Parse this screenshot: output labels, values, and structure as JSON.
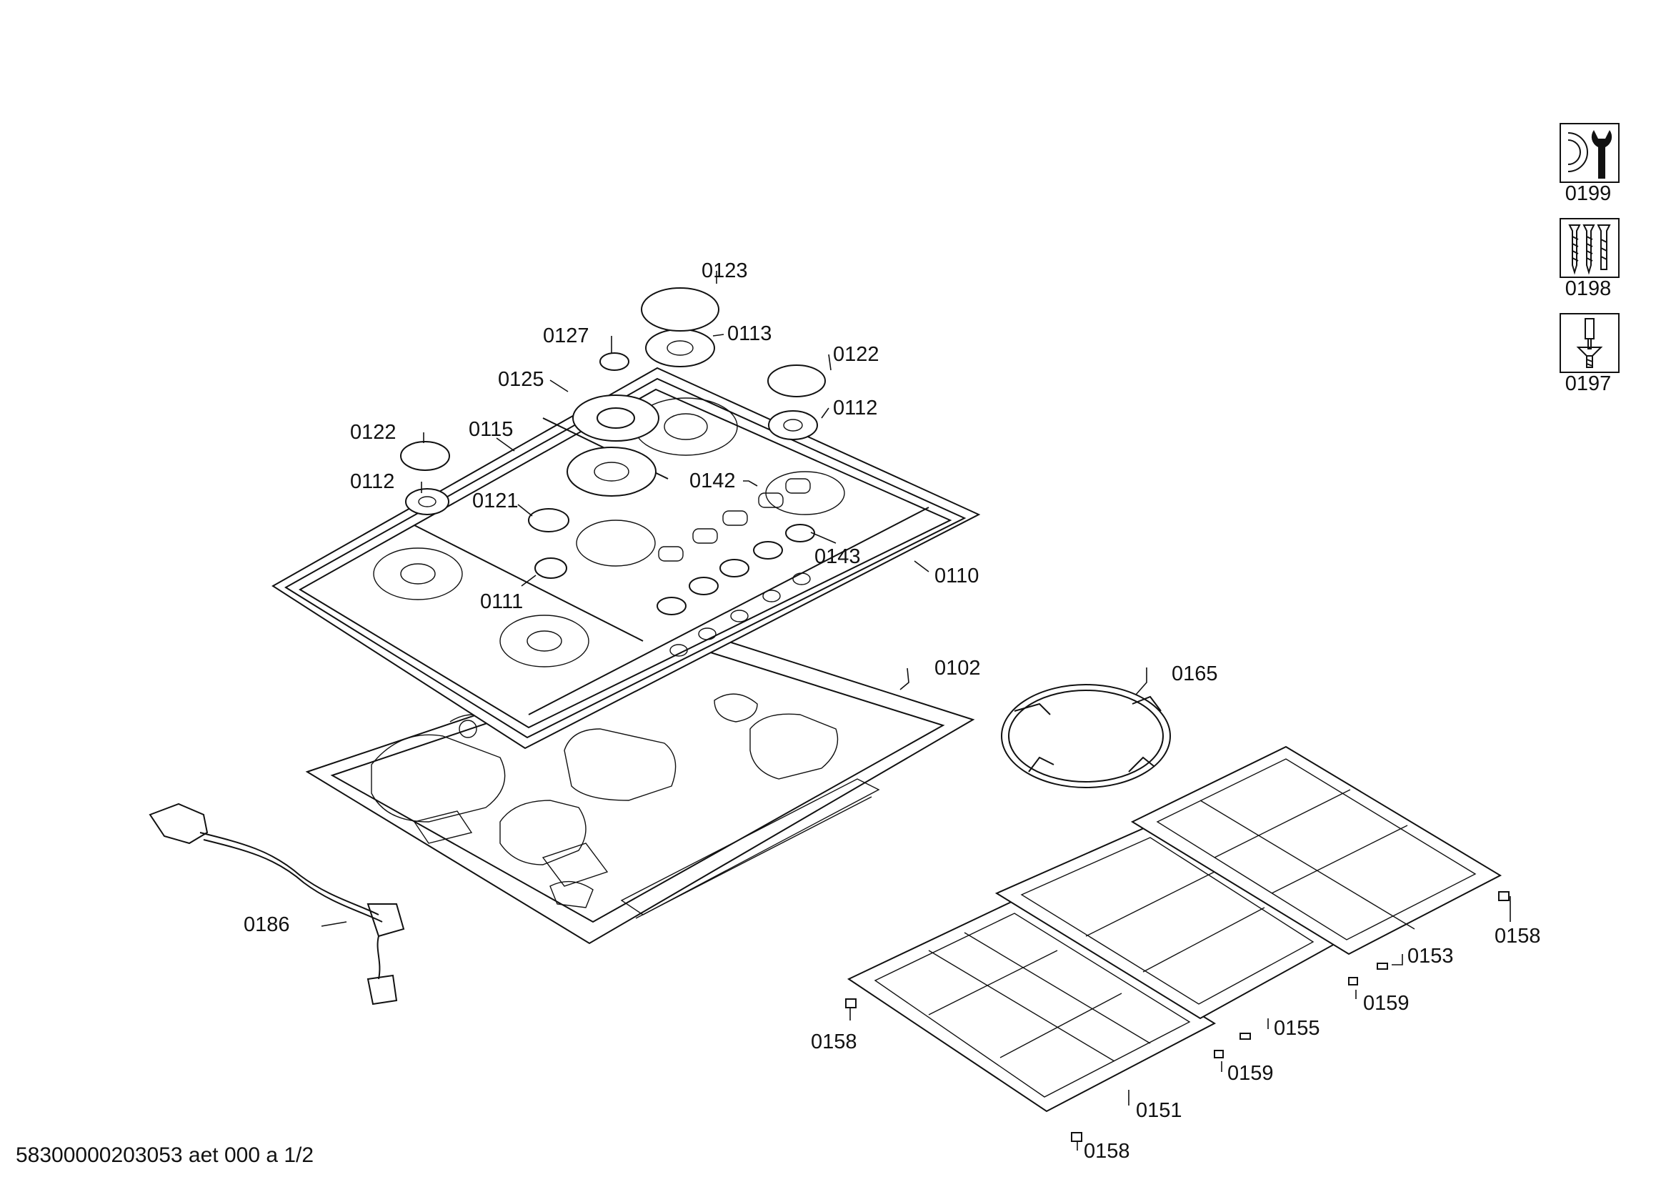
{
  "footer": {
    "document_id": "58300000203053 aet 000 a  1/2"
  },
  "tools": [
    {
      "number": "0199",
      "icon": "wrench-service-icon"
    },
    {
      "number": "0198",
      "icon": "screws-icon"
    },
    {
      "number": "0197",
      "icon": "screwdriver-icon"
    }
  ],
  "callouts": {
    "p0123": "0123",
    "p0127": "0127",
    "p0113": "0113",
    "p0122a": "0122",
    "p0125": "0125",
    "p0112a": "0112",
    "p0122b": "0122",
    "p0115": "0115",
    "p0142": "0142",
    "p0112b": "0112",
    "p0121": "0121",
    "p0143": "0143",
    "p0110": "0110",
    "p0111": "0111",
    "p0102": "0102",
    "p0165": "0165",
    "p0186": "0186",
    "p0158a": "0158",
    "p0153": "0153",
    "p0159a": "0159",
    "p0158b": "0158",
    "p0155": "0155",
    "p0159b": "0159",
    "p0151": "0151",
    "p0158c": "0158"
  }
}
